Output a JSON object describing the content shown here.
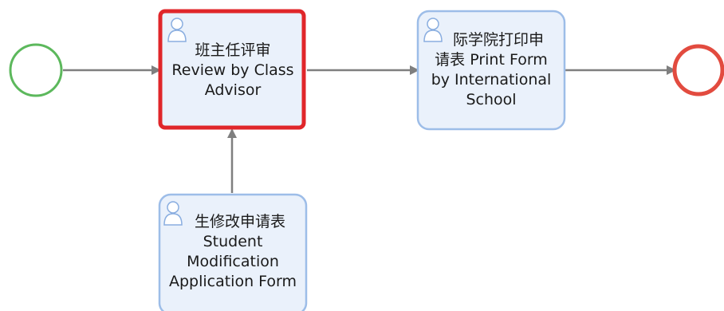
{
  "diagram": {
    "colors": {
      "start_event": "#5cb85c",
      "end_event": "#e24b3f",
      "task_fill": "#eaf1fb",
      "task_border": "#9dbde8",
      "selected_border": "#e0262a",
      "connector": "#7f7f7f",
      "user_icon": "#8aaee0"
    },
    "tasks": {
      "review": {
        "line1": "班主任评审",
        "line2": "Review by Class",
        "line3": "Advisor",
        "icon": "user-icon",
        "selected": true
      },
      "print": {
        "line1": "际学院打印申",
        "line2": "请表 Print Form",
        "line3": "by International",
        "line4": "School",
        "icon": "user-icon"
      },
      "student": {
        "line1": "生修改申请表",
        "line2": "Student",
        "line3": "Modification",
        "line4": "Application Form",
        "icon": "user-icon"
      }
    },
    "flows": [
      {
        "from": "start-event",
        "to": "review"
      },
      {
        "from": "review",
        "to": "print"
      },
      {
        "from": "print",
        "to": "end-event"
      },
      {
        "from": "student",
        "to": "review"
      }
    ]
  }
}
